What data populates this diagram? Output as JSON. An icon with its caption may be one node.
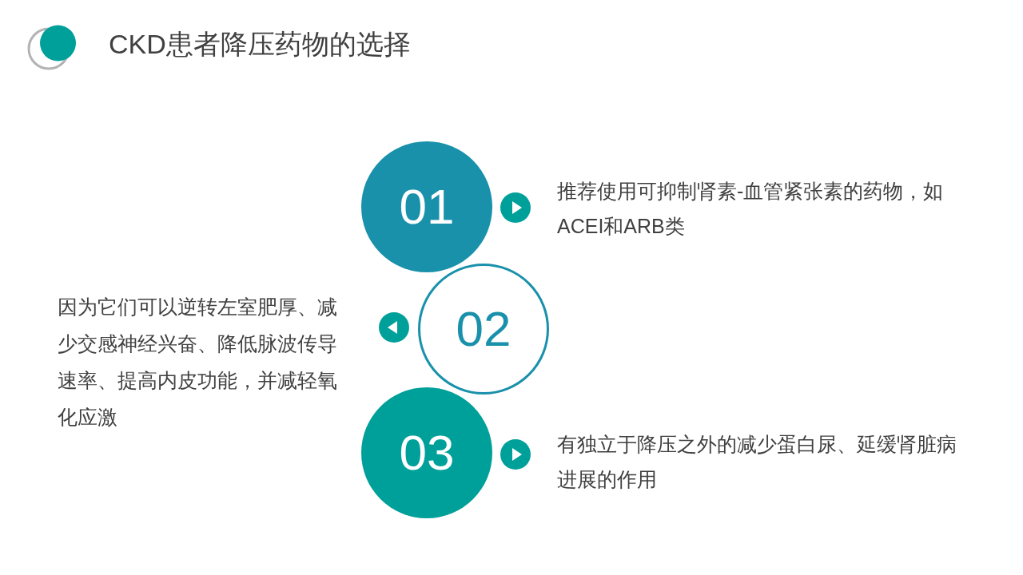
{
  "diagram": {
    "title": "CKD患者降压药物的选择",
    "nodes": [
      {
        "text": [
          "01"
        ]
      },
      {
        "text": [
          "02"
        ]
      },
      {
        "text": [
          "03"
        ]
      }
    ],
    "labels": [
      "推荐使用可抑制肾素-血管紧张素的药物，如ACEI和ARB类",
      "因为它们可以逆转左室肥厚、减少交感神经兴奋、降低脉波传导速率、提高内皮功能，并减轻氧化应激",
      "有独立于降压之外的减少蛋白尿、延缓肾脏病进展的作用"
    ]
  }
}
